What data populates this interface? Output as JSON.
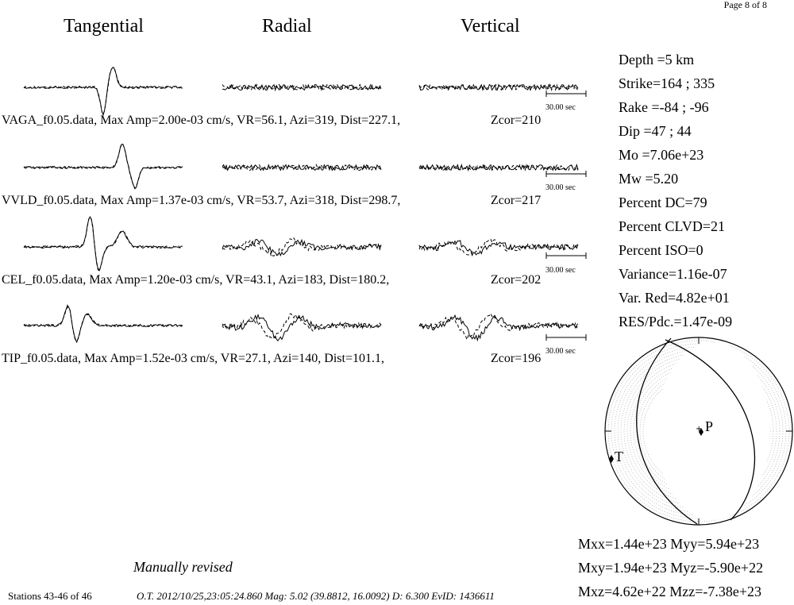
{
  "page_label": "Page 8 of 8",
  "headers": [
    "Tangential",
    "Radial",
    "Vertical"
  ],
  "scale_label": "30.00 sec",
  "stations": [
    {
      "label": "VAGA_f0.05.data,  Max Amp=2.00e-03 cm/s, VR=56.1, Azi=319, Dist=227.1,",
      "zcor": "Zcor=210"
    },
    {
      "label": "VVLD_f0.05.data,  Max Amp=1.37e-03 cm/s, VR=53.7, Azi=318, Dist=298.7,",
      "zcor": "Zcor=217"
    },
    {
      "label": "CEL_f0.05.data,  Max Amp=1.20e-03 cm/s,      VR=43.1, Azi=183, Dist=180.2,",
      "zcor": "Zcor=202"
    },
    {
      "label": "TIP_f0.05.data,  Max Amp=1.52e-03 cm/s,      VR=27.1, Azi=140, Dist=101.1,",
      "zcor": "Zcor=196"
    }
  ],
  "params": [
    "Depth =5 km",
    "Strike=164 ; 335",
    "Rake  =-84 ; -96",
    "Dip   =47 ; 44",
    "Mo    =7.06e+23",
    "Mw    =5.20",
    "Percent DC=79",
    "Percent CLVD=21",
    "Percent ISO=0",
    "Variance=1.16e-07",
    "Var. Red=4.82e+01",
    "RES/Pdc.=1.47e-09"
  ],
  "beachball": {
    "p_label": "P",
    "t_label": "T"
  },
  "moment_tensor": [
    "Mxx=1.44e+23 Myy=5.94e+23",
    "Mxy=1.94e+23 Myz=-5.90e+22",
    "Mxz=4.62e+22 Mzz=-7.38e+23"
  ],
  "note": "Manually revised",
  "footer": {
    "stations": "Stations 43-46 of 46",
    "origin": "O.T. 2012/10/25,23:05:24.860  Mag: 5.02  (39.8812, 16.0092)  D: 6.300  EvID: 1436611"
  }
}
